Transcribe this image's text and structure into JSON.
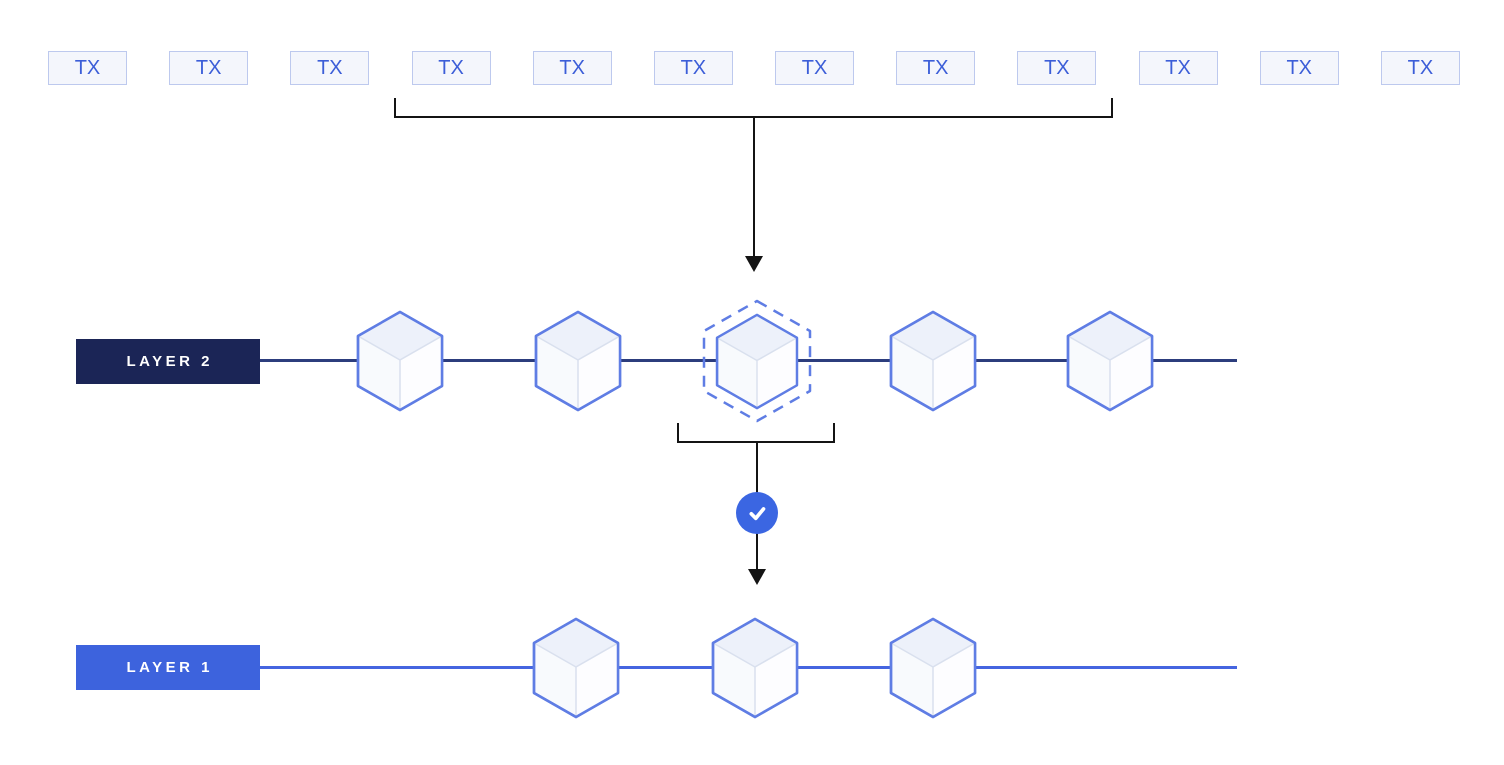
{
  "diagram_title": "Layer 2 rollup: transactions batched into an L2 block, then committed with a validity check to Layer 1",
  "tx_row": {
    "items": [
      "TX",
      "TX",
      "TX",
      "TX",
      "TX",
      "TX",
      "TX",
      "TX",
      "TX",
      "TX",
      "TX",
      "TX"
    ]
  },
  "layer2": {
    "label": "LAYER 2",
    "block_count": 5,
    "highlighted_block_index": 2
  },
  "layer1": {
    "label": "LAYER 1",
    "block_count": 3
  },
  "icons": {
    "check": "check-icon",
    "blocks": "cube-icon",
    "arrows": "arrow-down-icon"
  },
  "colors": {
    "background": "#ffffff",
    "ink": "#141414",
    "tx-border": "#bdc9ee",
    "tx-fill": "#f4f6fc",
    "tx-text": "#3c5ed8",
    "navy": "#1b2556",
    "navy-line": "#2c3d7d",
    "royal": "#3d63dd",
    "royal-line": "#4565e0",
    "cube-border": "#5f7de4",
    "cube-top": "#edf1fa",
    "cube-left": "#f8fafd",
    "cube-right": "#fdfdff",
    "cube-inner-edge": "#d9e0ee",
    "check-bg": "#3b66e2",
    "check-mark": "#ffffff",
    "label-text": "#ffffff"
  }
}
